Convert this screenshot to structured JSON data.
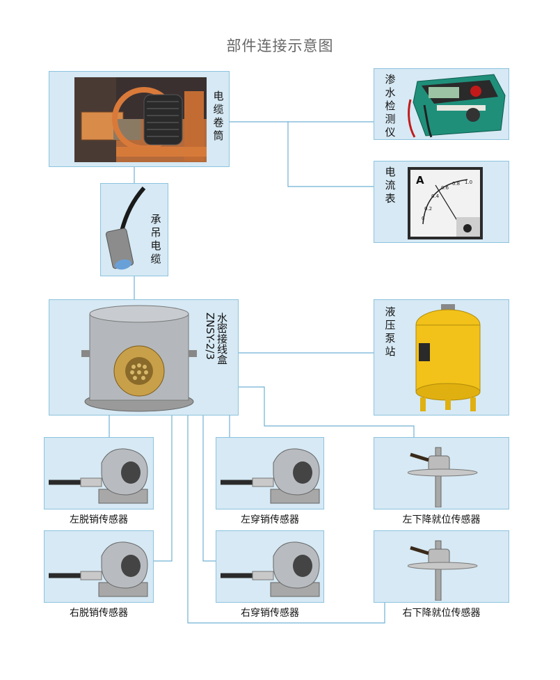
{
  "title": "部件连接示意图",
  "nodes": {
    "cable_reel": "电缆卷筒",
    "leak_detector": "渗水检测仪",
    "ammeter": "电流表",
    "ammeter_dial_letter": "A",
    "ammeter_scale": [
      "0",
      "0.2",
      "0.4",
      "0.6",
      "0.8",
      "1.0"
    ],
    "suspension_cable": "承吊电缆",
    "junction_box": "水密接线盒",
    "junction_box_model": "ZNSY-2/3",
    "hydraulic_pump": "液压泵站",
    "left_unpin": "左脱销传感器",
    "left_pin": "左穿销传感器",
    "left_lower": "左下降就位传感器",
    "right_unpin": "右脱销传感器",
    "right_pin": "右穿销传感器",
    "right_lower": "右下降就位传感器"
  },
  "colors": {
    "box_fill": "#d6e9f4",
    "box_border": "#8cc3de",
    "line": "#6fb0d4"
  }
}
